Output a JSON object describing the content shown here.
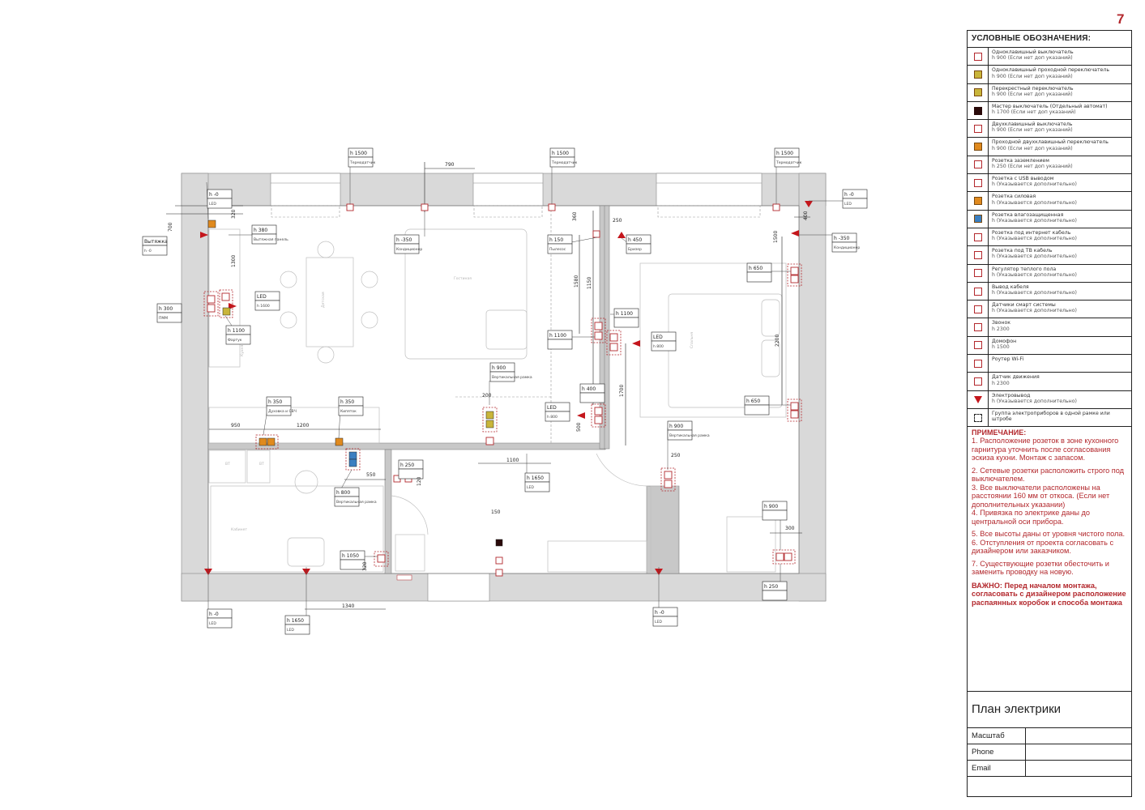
{
  "page_number": "7",
  "legend": {
    "title": "УСЛОВНЫЕ ОБОЗНАЧЕНИЯ:",
    "items": [
      {
        "icon": "single-switch-icon",
        "color": "#b3282d",
        "name": "Одноклавишный выключатель",
        "height": "h 900 (Если нет доп указаний)"
      },
      {
        "icon": "single-pass-switch-icon",
        "color": "#c9b53a",
        "name": "Одноклавишный проходной переключатель",
        "height": "h 900 (Если нет доп указаний)"
      },
      {
        "icon": "cross-switch-icon",
        "color": "#c9b53a",
        "name": "Перекрестный переключатель",
        "height": "h 900 (Если нет доп указаний)"
      },
      {
        "icon": "master-switch-icon",
        "color": "#2a0a0a",
        "name": "Мастер выключатель (Отдельный автомат)",
        "height": "h 1700 (Если нет доп указаний)"
      },
      {
        "icon": "double-switch-icon",
        "color": "#b3282d",
        "name": "Двухклавишный выключатель",
        "height": "h 900 (Если нет доп указаний)"
      },
      {
        "icon": "double-pass-switch-icon",
        "color": "#e08a1e",
        "name": "Проходной двухклавишный переключатель",
        "height": "h 900 (Если нет доп указаний)"
      },
      {
        "icon": "grounded-socket-icon",
        "color": "#b3282d",
        "name": "Розетка заземлением",
        "height": "h 250 (Если нет доп указаний)"
      },
      {
        "icon": "usb-socket-icon",
        "color": "#b3282d",
        "name": "Розетка с USB выводом",
        "height": "h (Указывается дополнительно)"
      },
      {
        "icon": "power-socket-icon",
        "color": "#e08a1e",
        "name": "Розетка силовая",
        "height": "h (Указывается дополнительно)"
      },
      {
        "icon": "waterproof-socket-icon",
        "color": "#3a7fc1",
        "name": "Розетка влагозащищенная",
        "height": "h (Указывается дополнительно)"
      },
      {
        "icon": "internet-socket-icon",
        "color": "#b3282d",
        "name": "Розетка под интернет кабель",
        "height": "h (Указывается дополнительно)"
      },
      {
        "icon": "tv-socket-icon",
        "color": "#b3282d",
        "name": "Розетка под ТВ кабель",
        "height": "h (Указывается дополнительно)"
      },
      {
        "icon": "floor-heating-icon",
        "color": "#b3282d",
        "name": "Регулятор теплого пола",
        "height": "h (Указывается дополнительно)"
      },
      {
        "icon": "cable-output-icon",
        "color": "#b3282d",
        "name": "Вывод кабеля",
        "height": "h (Указывается дополнительно)"
      },
      {
        "icon": "smart-sensor-icon",
        "color": "#b3282d",
        "name": "Датчики смарт системы",
        "height": "h (Указывается дополнительно)"
      },
      {
        "icon": "doorbell-icon",
        "color": "#b3282d",
        "name": "Звонок",
        "height": "h 2300"
      },
      {
        "icon": "intercom-icon",
        "color": "#b3282d",
        "name": "Домофон",
        "height": "h 1500"
      },
      {
        "icon": "wifi-router-icon",
        "color": "#b3282d",
        "name": "Роутер Wi-Fi",
        "height": ""
      },
      {
        "icon": "motion-sensor-icon",
        "color": "#b3282d",
        "name": "Датчик движения",
        "height": "h 2300"
      },
      {
        "icon": "electric-outlet-icon",
        "color": "#c4161c",
        "name": "Электровывод",
        "height": "h (Указывается дополнительно)"
      },
      {
        "icon": "device-group-icon",
        "color": "#222222",
        "name": "Группа электроприборов в одной рамке или штробе",
        "height": ""
      }
    ]
  },
  "notes": {
    "title": "ПРИМЕЧАНИЕ:",
    "items": [
      "1. Расположение розеток в зоне кухонного гарнитура уточнить после согласования эскиза кухни. Монтаж с запасом.",
      "2. Сетевые розетки расположить строго под выключателем.",
      "3. Все выключатели расположены на расстоянии 160 мм от откоса. (Если нет дополнительных указании)",
      "4. Привязка по электрике даны до центральной оси прибора.",
      "5. Все высоты даны от уровня чистого пола.",
      "6. Отступления от проекта согласовать с дизайнером или заказчиком.",
      "7. Существующие розетки обесточить и заменить проводку на новую."
    ],
    "warning": "ВАЖНО: Перед началом монтажа, согласовать с дизайнером расположение распаянных коробок и способа монтажа"
  },
  "title_block": {
    "title": "План электрики",
    "scale_label": "Масштаб",
    "phone_label": "Phone",
    "email_label": "Email"
  },
  "plan": {
    "tags": [
      {
        "text": "h 1500",
        "sub": "Термодатчик"
      },
      {
        "text": "h 1500",
        "sub": "Термодатчик"
      },
      {
        "text": "h 1500",
        "sub": "Термодатчик"
      },
      {
        "text": "h -0",
        "sub": "LED"
      },
      {
        "text": "h -0",
        "sub": "LED"
      },
      {
        "text": "h 380",
        "sub": "Вытяжная панель"
      },
      {
        "text": "Вытяжка",
        "sub": "h -0"
      },
      {
        "text": "h -350",
        "sub": "Кондиционер"
      },
      {
        "text": "h 150",
        "sub": "Пылесос"
      },
      {
        "text": "h 450",
        "sub": "Бризер"
      },
      {
        "text": "h -350",
        "sub": "Кондиционер"
      },
      {
        "text": "h 650",
        "sub": ""
      },
      {
        "text": "h 300",
        "sub": "ПММ"
      },
      {
        "text": "LED",
        "sub": "h 1600"
      },
      {
        "text": "h 1100",
        "sub": "Фартук"
      },
      {
        "text": "h 1100",
        "sub": ""
      },
      {
        "text": "h 1100",
        "sub": ""
      },
      {
        "text": "LED",
        "sub": "h 800"
      },
      {
        "text": "h 900",
        "sub": "Вертикальная рамка"
      },
      {
        "text": "h 400",
        "sub": ""
      },
      {
        "text": "LED",
        "sub": "h 800"
      },
      {
        "text": "h 650",
        "sub": ""
      },
      {
        "text": "h 350",
        "sub": "Духовка и СВЧ"
      },
      {
        "text": "h 350",
        "sub": "Кипяток"
      },
      {
        "text": "h 900",
        "sub": "Вертикальная рамка"
      },
      {
        "text": "h 250",
        "sub": ""
      },
      {
        "text": "h 1650",
        "sub": "LED"
      },
      {
        "text": "h 800",
        "sub": "Вертикальная рамка"
      },
      {
        "text": "h 1050",
        "sub": ""
      },
      {
        "text": "h 900",
        "sub": ""
      },
      {
        "text": "h 250",
        "sub": ""
      },
      {
        "text": "h -0",
        "sub": "LED"
      },
      {
        "text": "h 1650",
        "sub": "LED"
      },
      {
        "text": "h -0",
        "sub": "LED"
      }
    ],
    "dimensions": [
      "790",
      "700",
      "320",
      "1300",
      "360",
      "250",
      "400",
      "1500",
      "1580",
      "1150",
      "2200",
      "1700",
      "200",
      "500",
      "950",
      "1200",
      "550",
      "1100",
      "150",
      "300",
      "320",
      "1340",
      "250",
      "120"
    ],
    "room_labels": [
      "Кухня",
      "Детская",
      "Гостиная",
      "Спальня",
      "Кабинет",
      "ВТ",
      "ВТ"
    ]
  }
}
